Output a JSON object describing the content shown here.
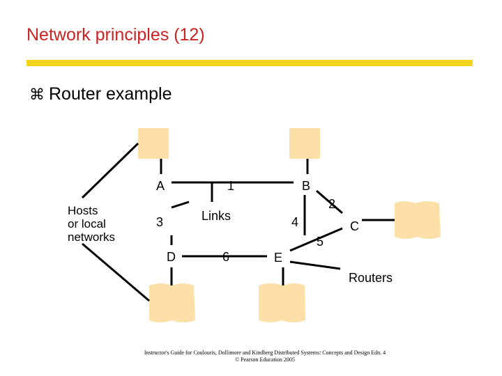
{
  "slide": {
    "title": "Network principles (12)",
    "bullet_mark": "⌘",
    "bullet_text": "Router example"
  },
  "diagram": {
    "routers": [
      "A",
      "B",
      "C",
      "D",
      "E"
    ],
    "link_labels": [
      "1",
      "2",
      "3",
      "4",
      "5",
      "6"
    ],
    "links_caption": "Links",
    "routers_caption": "Routers",
    "hosts_caption": [
      "Hosts",
      "or local",
      "networks"
    ]
  },
  "footer": {
    "line1": "Instructor's Guide for Coulouris, Dollimore and Kindberg Distributed Systems: Concepts and Design Edn. 4",
    "line2": "© Pearson Education 2005"
  },
  "colors": {
    "title": "#cc2222",
    "rule": "#f5d31c",
    "host_fill": "#fddfa8"
  }
}
